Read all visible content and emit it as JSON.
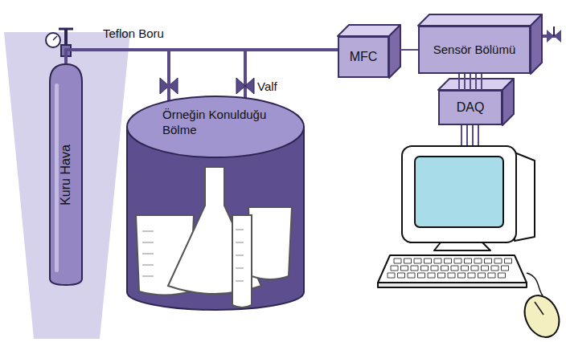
{
  "diagram": {
    "nodes": [
      {
        "text": [
          "Kuru Hava"
        ]
      },
      {
        "text": [
          "Örneğin Konulduğu Bölme"
        ]
      },
      {
        "text": [
          "MFC"
        ]
      },
      {
        "text": [
          "Sensör Bölümü"
        ]
      },
      {
        "text": [
          "DAQ"
        ]
      }
    ],
    "edges": [
      {
        "from": 0,
        "to": 2,
        "arrow": "none"
      },
      {
        "from": 0,
        "to": 1,
        "arrow": "none"
      },
      {
        "from": 2,
        "to": 3,
        "arrow": "none"
      },
      {
        "from": 3,
        "to": 4,
        "arrow": "none"
      }
    ],
    "labels": [
      "Teflon Boru",
      "Valf"
    ]
  }
}
